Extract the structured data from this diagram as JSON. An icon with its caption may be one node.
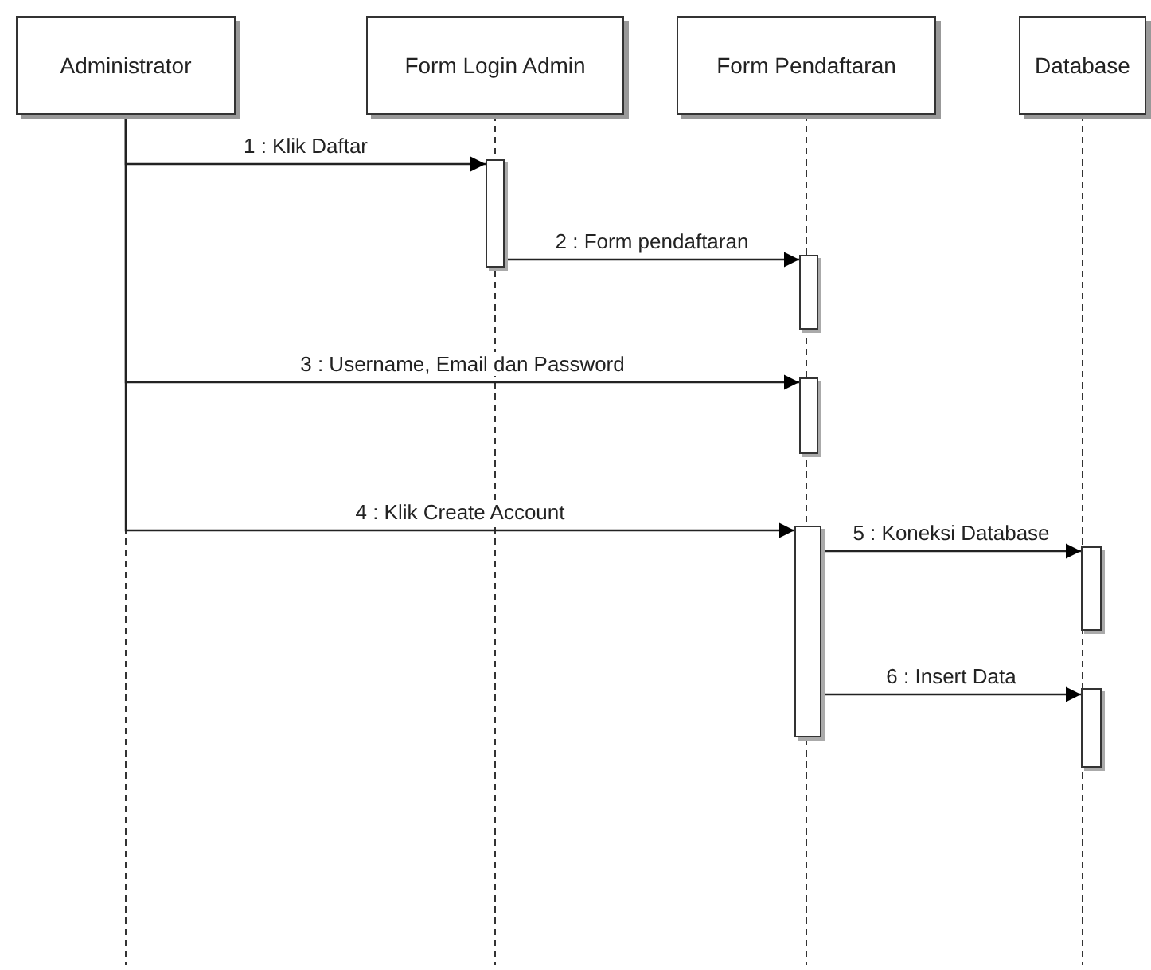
{
  "diagram": {
    "nodes": [
      {
        "text": [
          "Administrator"
        ]
      },
      {
        "text": [
          "Form Login Admin"
        ]
      },
      {
        "text": [
          "Form Pendaftaran"
        ]
      },
      {
        "text": [
          "Database"
        ]
      },
      {
        "text": [],
        "shape": "bar"
      },
      {
        "text": [],
        "shape": "bar"
      },
      {
        "text": [],
        "shape": "bar"
      },
      {
        "text": [],
        "shape": "bar"
      },
      {
        "text": [],
        "shape": "bar"
      },
      {
        "text": [],
        "shape": "bar"
      }
    ],
    "edges": [
      {
        "from": 0,
        "to": 4,
        "arrow": "to",
        "label": "1 : Klik Daftar"
      },
      {
        "from": 4,
        "to": 5,
        "arrow": "to",
        "label": "2 : Form pendaftaran"
      },
      {
        "from": 0,
        "to": 6,
        "arrow": "to",
        "label": "3 : Username, Email dan Password"
      },
      {
        "from": 0,
        "to": 7,
        "arrow": "to",
        "label": "4 : Klik Create Account"
      },
      {
        "from": 7,
        "to": 8,
        "arrow": "to",
        "label": "5 : Koneksi Database"
      },
      {
        "from": 7,
        "to": 9,
        "arrow": "to",
        "label": "6 : Insert Data"
      }
    ]
  }
}
